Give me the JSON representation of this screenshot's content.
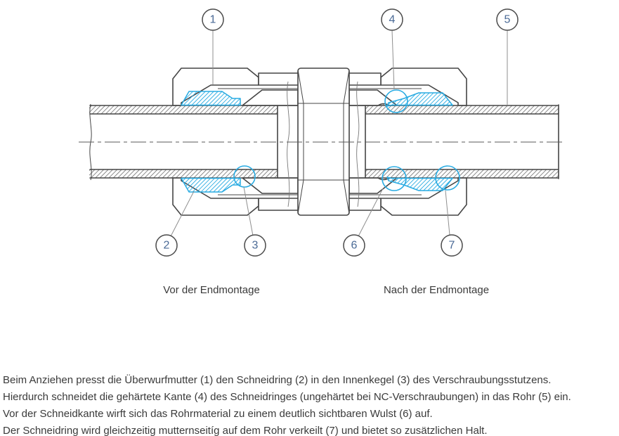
{
  "colors": {
    "line": "#454545",
    "hatch_line": "#6f6f6f",
    "highlight": "#29abe2",
    "callout_number": "#4a6a96",
    "text": "#3a3a3a",
    "leader": "#8f8f8f",
    "background": "#ffffff"
  },
  "diagram": {
    "type": "technical-cross-section",
    "subject": "Schneidring-Verschraubung (cutting ring fitting) before and after final assembly",
    "callouts": [
      {
        "label": "1",
        "points_to": "Überwurfmutter"
      },
      {
        "label": "2",
        "points_to": "Schneidring"
      },
      {
        "label": "3",
        "points_to": "Innenkegel"
      },
      {
        "label": "4",
        "points_to": "gehärtete Kante"
      },
      {
        "label": "5",
        "points_to": "Rohr"
      },
      {
        "label": "6",
        "points_to": "Wulst"
      },
      {
        "label": "7",
        "points_to": "Verkeilung"
      }
    ],
    "captions": {
      "left": "Vor der Endmontage",
      "right": "Nach der Endmontage"
    }
  },
  "description": {
    "lines": [
      "Beim Anziehen presst die Überwurfmutter (1) den Schneidring (2) in den Innenkegel (3) des Verschraubungsstutzens.",
      "Hierdurch schneidet die gehärtete Kante (4) des Schneidringes (ungehärtet bei NC-Verschraubungen) in das Rohr (5) ein.",
      "Vor der Schneidkante wirft sich das Rohrmaterial zu einem deutlich sichtbaren Wulst (6) auf.",
      "Der Schneidring wird gleichzeitig mutternseitíg auf dem Rohr verkeilt (7) und bietet so zusätzlichen Halt."
    ]
  }
}
